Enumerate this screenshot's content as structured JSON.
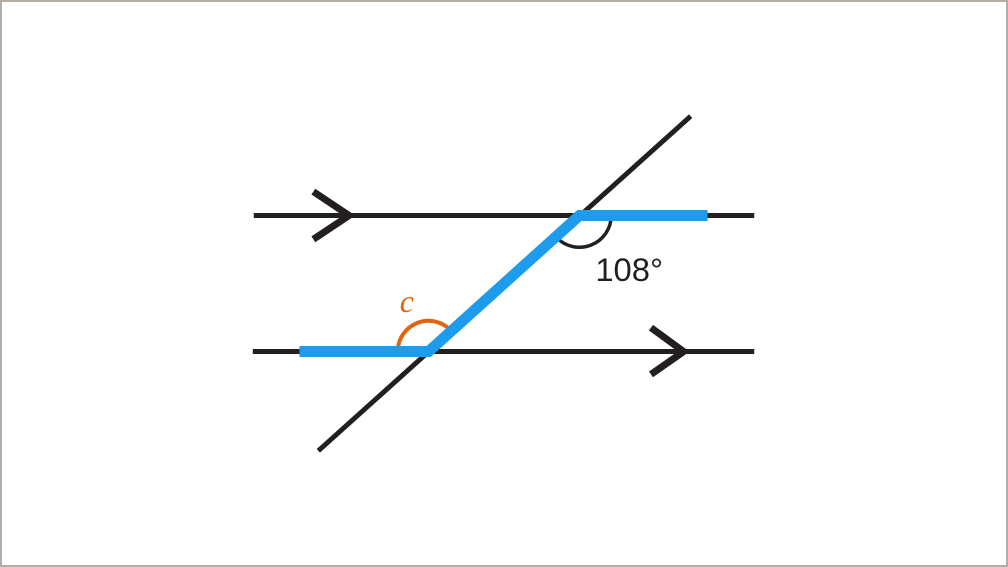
{
  "figure": {
    "type": "parallel-lines-with-transversal",
    "labels": {
      "top_angle": "108°",
      "bottom_angle": "c"
    },
    "colors": {
      "line": "#231F20",
      "highlight": "#1D9CEE",
      "marker": "#E2620D",
      "border": "#B5AEA6",
      "background": "#FFFFFF"
    }
  }
}
